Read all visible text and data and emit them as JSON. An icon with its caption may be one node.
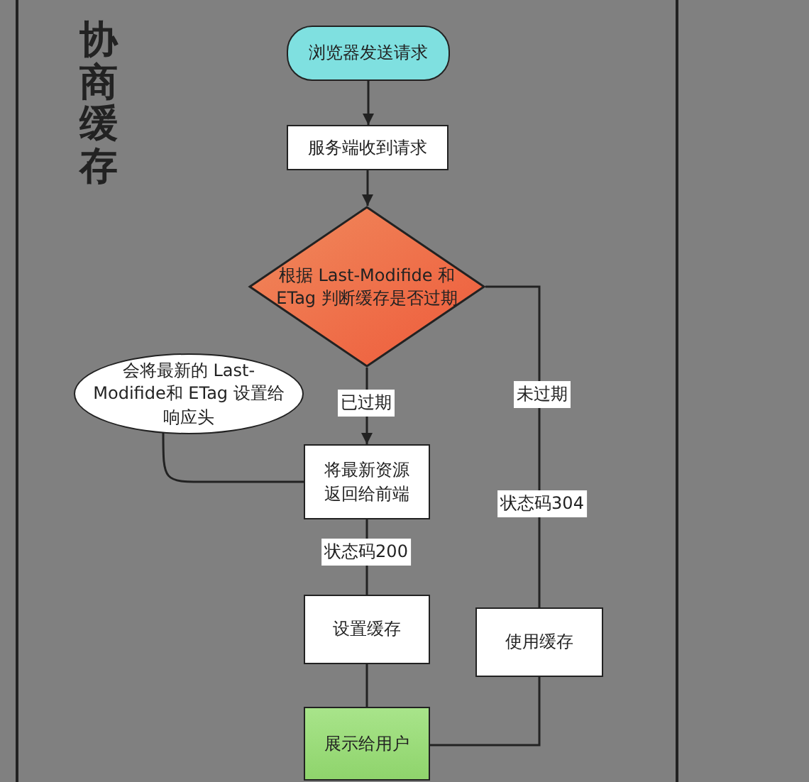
{
  "diagram": {
    "title": "协商缓存",
    "nodes": [
      {
        "text": [
          "浏览器发送请求"
        ]
      },
      {
        "text": [
          "服务端收到请求"
        ]
      },
      {
        "text": [
          "根据 Last-Modifide 和 ETag 判断缓存是否过期"
        ]
      },
      {
        "text": [
          "会将最新的 Last-Modifide和 ETag 设置给响应头"
        ]
      },
      {
        "text": [
          "将最新资源返回给前端"
        ]
      },
      {
        "text": [
          "设置缓存"
        ]
      },
      {
        "text": [
          "使用缓存"
        ]
      },
      {
        "text": [
          "展示给用户"
        ]
      }
    ],
    "edges": [
      {
        "from": 0,
        "to": 1,
        "arrow": "to"
      },
      {
        "from": 1,
        "to": 2,
        "arrow": "to"
      },
      {
        "from": 2,
        "to": 4,
        "arrow": "to",
        "label": "已过期"
      },
      {
        "from": 2,
        "to": 6,
        "arrow": "none",
        "label": "未过期"
      },
      {
        "from": 3,
        "to": 4,
        "arrow": "none"
      },
      {
        "from": 4,
        "to": 5,
        "arrow": "none",
        "label": "状态码200"
      },
      {
        "from": 5,
        "to": 7,
        "arrow": "none"
      },
      {
        "from": 6,
        "to": 7,
        "arrow": "none"
      }
    ],
    "labels": [
      "状态码304"
    ]
  }
}
